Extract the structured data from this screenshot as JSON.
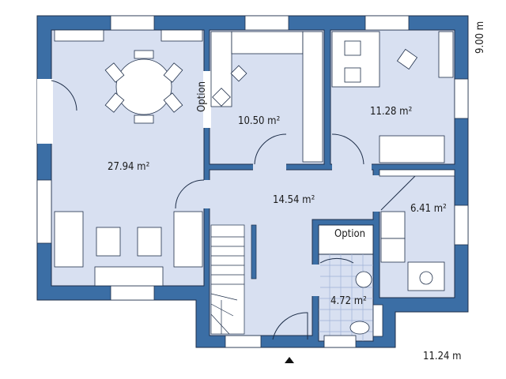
{
  "colors": {
    "wall": "#3b6ea5",
    "room": "#d8e0f1",
    "furniture": "#ffffff",
    "line": "#1f2f4a"
  },
  "rooms": [
    {
      "id": "living-dining",
      "area": "27.94 m²"
    },
    {
      "id": "kitchen",
      "area": "10.50 m²"
    },
    {
      "id": "room-right",
      "area": "11.28 m²"
    },
    {
      "id": "hall",
      "area": "14.54 m²"
    },
    {
      "id": "utility",
      "area": "6.41 m²"
    },
    {
      "id": "wc",
      "area": "4.72 m²"
    }
  ],
  "labels": {
    "option_kitchen": "Option",
    "option_wc": "Option"
  },
  "dimensions": {
    "depth": "9.00 m",
    "width": "11.24 m"
  },
  "icons": {
    "entrance": "entrance-triangle-icon"
  }
}
